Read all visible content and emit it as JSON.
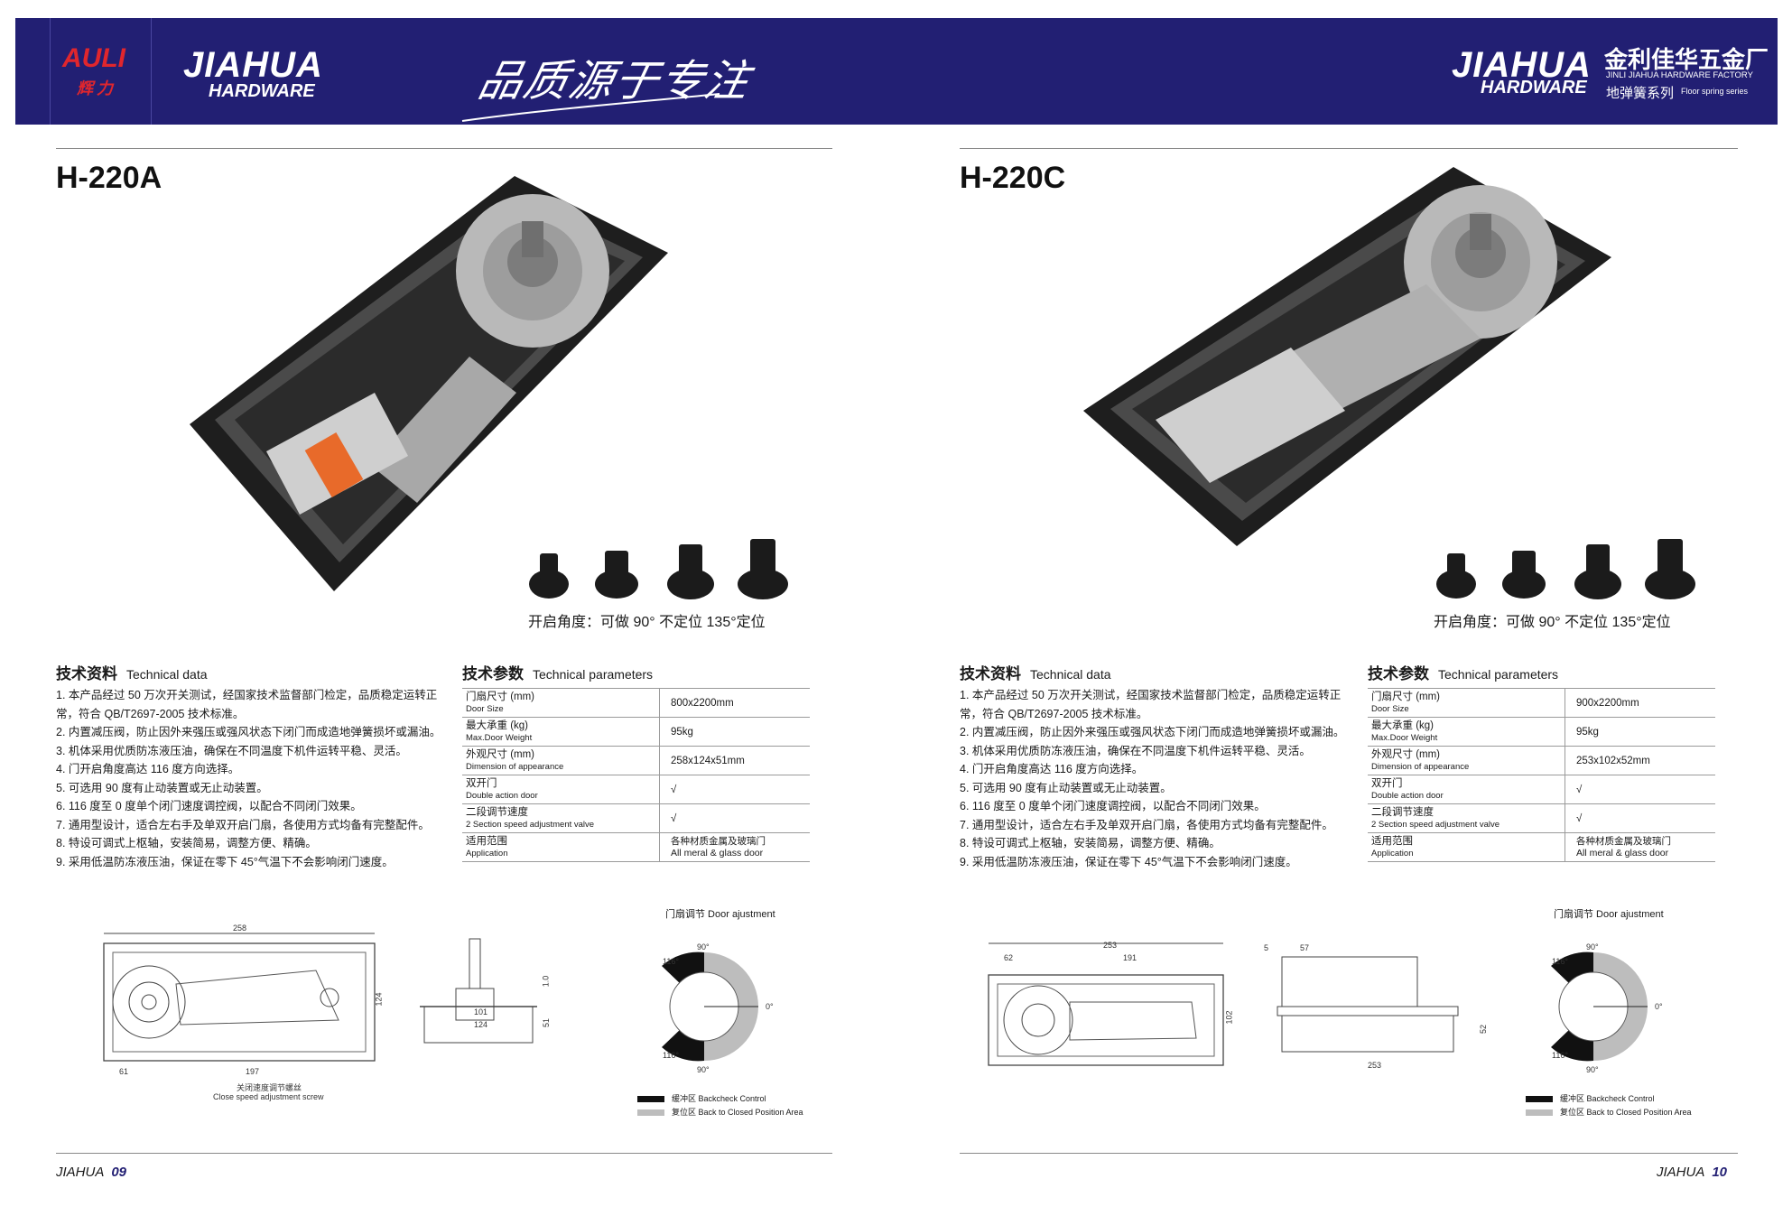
{
  "header": {
    "logo_latin": "AULI",
    "logo_cn": "辉力",
    "brand_left": "JIAHUA",
    "brand_left_sub": "HARDWARE",
    "slogan": "品质源于专注",
    "brand_right": "JIAHUA",
    "brand_right_sub": "HARDWARE",
    "factory_cn": "金利佳华五金厂",
    "factory_en": "JINLI JIAHUA HARDWARE FACTORY",
    "series_cn": "地弹簧系列",
    "series_en": "Floor spring series",
    "bg_color": "#221f73"
  },
  "pages": [
    {
      "model": "H-220A",
      "angle_caption": "开启角度：可做 90°  不定位   135°定位",
      "tech_data_title_cn": "技术资料",
      "tech_data_title_en": "Technical data",
      "notes": [
        "1. 本产品经过 50 万次开关测试，经国家技术监督部门检定，品质稳定运转正",
        "常，符合 QB/T2697-2005 技术标准。",
        "2. 内置减压阀，防止因外来强压或强风状态下闭门而成造地弹簧损坏或漏油。",
        "3. 机体采用优质防冻液压油，确保在不同温度下机件运转平稳、灵活。",
        "4. 门开启角度高达 116 度方向选择。",
        "5. 可选用 90 度有止动装置或无止动装置。",
        "6. 116 度至 0 度单个闭门速度调控阀，以配合不同闭门效果。",
        "7. 通用型设计，适合左右手及单双开启门扇，各使用方式均备有完整配件。",
        "8. 特设可调式上枢轴，安装简易，调整方便、精确。",
        "9. 采用低温防冻液压油，保证在零下 45°气温下不会影响闭门速度。"
      ],
      "params_title_cn": "技术参数",
      "params_title_en": "Technical parameters",
      "params": [
        {
          "k_cn": "门扇尺寸 (mm)",
          "k_en": "Door Size",
          "v": "800x2200mm"
        },
        {
          "k_cn": "最大承重 (kg)",
          "k_en": "Max.Door Weight",
          "v": "95kg"
        },
        {
          "k_cn": "外观尺寸 (mm)",
          "k_en": "Dimension of appearance",
          "v": "258x124x51mm"
        },
        {
          "k_cn": "双开门",
          "k_en": "Double action door",
          "v": "√"
        },
        {
          "k_cn": "二段调节速度",
          "k_en": "2 Section speed adjustment valve",
          "v": "√"
        },
        {
          "k_cn": "适用范围",
          "k_en": "Application",
          "v": "各种材质金属及玻璃门",
          "v2": "All meral & glass door"
        }
      ],
      "drawing": {
        "dim_total": "258",
        "dim_left": "61",
        "dim_right": "197",
        "dim_height": "124",
        "side_a": "101",
        "side_b": "124",
        "side_h1": "1.0",
        "side_h2": "51",
        "screw_cn": "关闭速度调节螺丝",
        "screw_en": "Close speed adjustment screw"
      },
      "adjust_title": "门扇调节 Door ajustment",
      "adjust_angles": [
        "90°",
        "116°",
        "0°",
        "116°",
        "90°"
      ],
      "legend": [
        {
          "label": "缓冲区 Backcheck Control",
          "color": "#111111"
        },
        {
          "label": "复位区 Back to Closed Position Area",
          "color": "#bdbdbd"
        }
      ],
      "footer_brand": "JIAHUA",
      "footer_page": "09"
    },
    {
      "model": "H-220C",
      "angle_caption": "开启角度：可做 90°  不定位   135°定位",
      "tech_data_title_cn": "技术资料",
      "tech_data_title_en": "Technical data",
      "notes": [
        "1. 本产品经过 50 万次开关测试，经国家技术监督部门检定，品质稳定运转正",
        "常，符合 QB/T2697-2005 技术标准。",
        "2. 内置减压阀，防止因外来强压或强风状态下闭门而成造地弹簧损坏或漏油。",
        "3. 机体采用优质防冻液压油，确保在不同温度下机件运转平稳、灵活。",
        "4. 门开启角度高达 116 度方向选择。",
        "5. 可选用 90 度有止动装置或无止动装置。",
        "6. 116 度至 0 度单个闭门速度调控阀，以配合不同闭门效果。",
        "7. 通用型设计，适合左右手及单双开启门扇，各使用方式均备有完整配件。",
        "8. 特设可调式上枢轴，安装简易，调整方便、精确。",
        "9. 采用低温防冻液压油，保证在零下 45°气温下不会影响闭门速度。"
      ],
      "params_title_cn": "技术参数",
      "params_title_en": "Technical parameters",
      "params": [
        {
          "k_cn": "门扇尺寸 (mm)",
          "k_en": "Door Size",
          "v": "900x2200mm"
        },
        {
          "k_cn": "最大承重 (kg)",
          "k_en": "Max.Door Weight",
          "v": "95kg"
        },
        {
          "k_cn": "外观尺寸 (mm)",
          "k_en": "Dimension of appearance",
          "v": "253x102x52mm"
        },
        {
          "k_cn": "双开门",
          "k_en": "Double action door",
          "v": "√"
        },
        {
          "k_cn": "二段调节速度",
          "k_en": "2 Section speed adjustment valve",
          "v": "√"
        },
        {
          "k_cn": "适用范围",
          "k_en": "Application",
          "v": "各种材质金属及玻璃门",
          "v2": "All meral & glass door"
        }
      ],
      "drawing": {
        "dim_total": "253",
        "dim_left": "62",
        "dim_mid": "191",
        "dim_height": "102",
        "side_a": "5",
        "side_b": "57",
        "side_h": "52",
        "side_w": "253"
      },
      "adjust_title": "门扇调节 Door ajustment",
      "adjust_angles": [
        "90°",
        "116°",
        "0°",
        "116°",
        "90°"
      ],
      "legend": [
        {
          "label": "缓冲区 Backcheck Control",
          "color": "#111111"
        },
        {
          "label": "复位区 Back to Closed Position Area",
          "color": "#bdbdbd"
        }
      ],
      "footer_brand": "JIAHUA",
      "footer_page": "10"
    }
  ]
}
